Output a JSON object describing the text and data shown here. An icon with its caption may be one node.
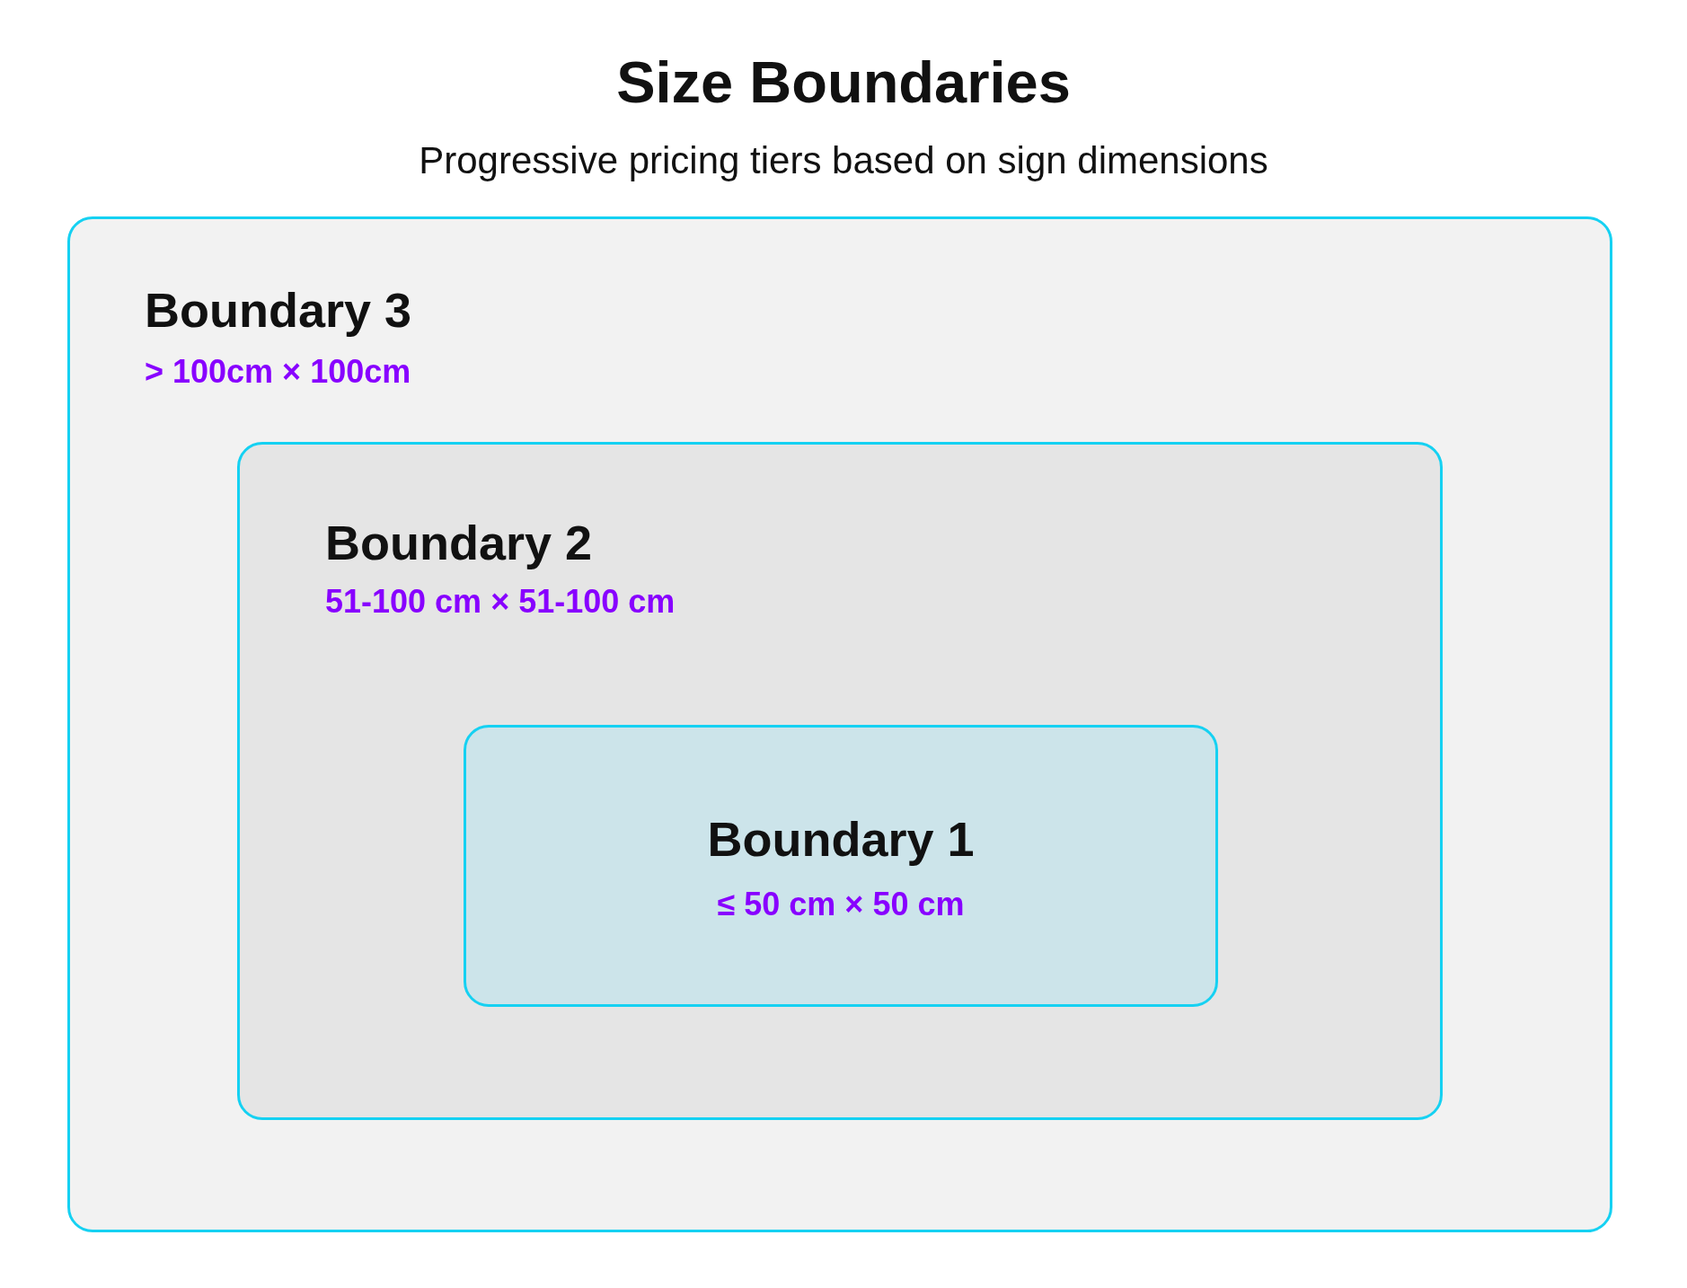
{
  "diagram": {
    "title": "Size Boundaries",
    "nodes": [
      {
        "text": [
          "Boundary 3",
          "> 100cm × 100cm"
        ]
      },
      {
        "text": [
          "Boundary 2",
          "51-100 cm × 51-100 cm"
        ],
        "in": 0
      },
      {
        "text": [
          "Boundary 1",
          "≤ 50 cm × 50 cm"
        ],
        "in": 1
      }
    ],
    "labels": [
      "Progressive pricing tiers based on sign dimensions"
    ]
  }
}
